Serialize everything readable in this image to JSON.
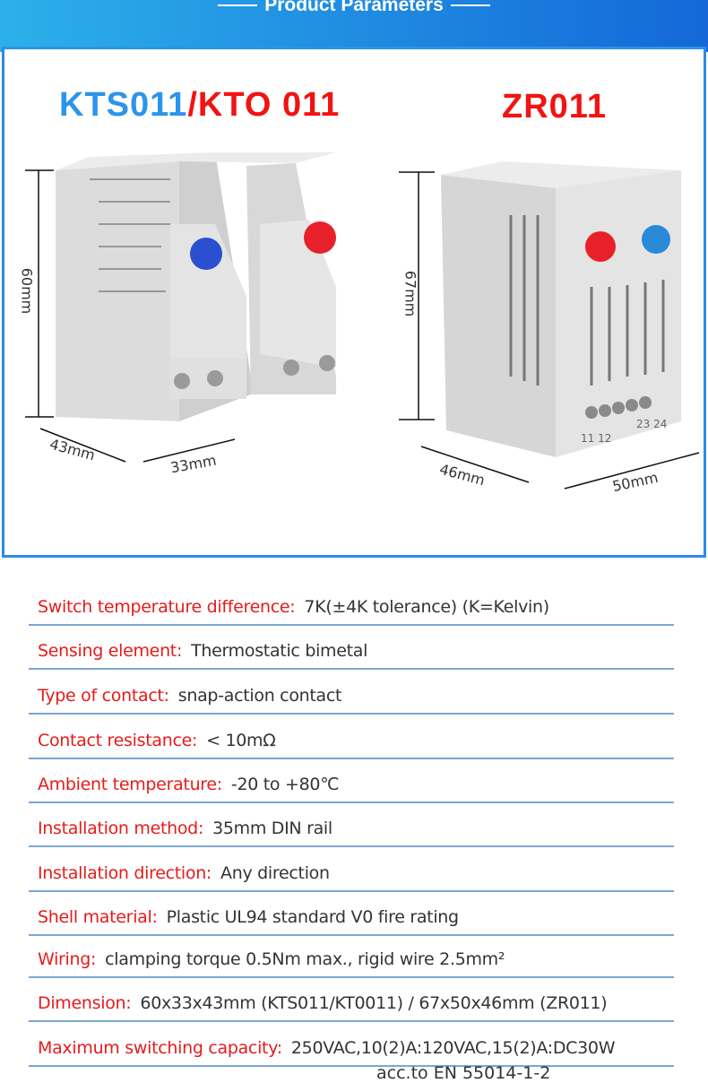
{
  "header": {
    "title": "Product Parameters"
  },
  "products": {
    "left": {
      "model_a": "KTS011",
      "separator": "/",
      "model_b": "KTO 011",
      "height": "60mm",
      "depth": "43mm",
      "width": "33mm"
    },
    "right": {
      "model": "ZR011",
      "height": "67mm",
      "depth": "46mm",
      "width": "50mm",
      "terminals_left": "11 12",
      "terminals_right": "23 24"
    }
  },
  "colors": {
    "blue_dial": "#2a4fd0",
    "red_dial": "#e8202a",
    "label_red": "#e61b1b",
    "line_blue": "#7aa7d3"
  },
  "specs": [
    {
      "label": "Switch temperature difference:",
      "value": "7K(±4K tolerance)  (K=Kelvin)"
    },
    {
      "label": "Sensing element:",
      "value": "Thermostatic bimetal"
    },
    {
      "label": "Type of contact:",
      "value": "snap-action contact"
    },
    {
      "label": "Contact resistance:",
      "value": "< 10mΩ"
    },
    {
      "label": "Ambient temperature:",
      "value": "-20 to +80℃"
    },
    {
      "label": "Installation method:",
      "value": "35mm DIN rail"
    },
    {
      "label": "Installation direction:",
      "value": "Any direction"
    },
    {
      "label": "Shell material:",
      "value": "Plastic UL94 standard V0 fire rating"
    },
    {
      "label": "Wiring:",
      "value": "clamping torque 0.5Nm max., rigid wire 2.5mm²"
    },
    {
      "label": "Dimension:",
      "value": "60x33x43mm (KTS011/KT0011)  / 67x50x46mm (ZR011)"
    },
    {
      "label": "Maximum switching capacity:",
      "value": "250VAC,10(2)A:120VAC,15(2)A:DC30W"
    }
  ],
  "tail_text": "acc.to EN 55014-1-2"
}
